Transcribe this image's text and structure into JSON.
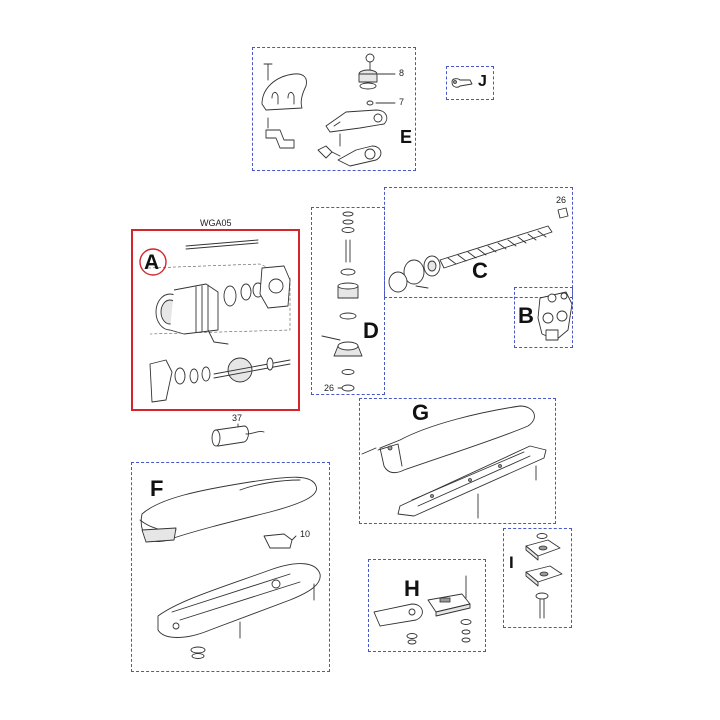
{
  "diagram": {
    "groups": [
      {
        "id": "E",
        "letter": "E",
        "callouts": [
          "8",
          "7"
        ]
      },
      {
        "id": "J",
        "letter": "J",
        "callouts": []
      },
      {
        "id": "A",
        "letter": "A",
        "caption": "WGA05",
        "highlighted": true,
        "callouts": []
      },
      {
        "id": "D",
        "letter": "D",
        "callouts": [
          "26"
        ]
      },
      {
        "id": "C",
        "letter": "C",
        "callouts": [
          "26"
        ]
      },
      {
        "id": "B",
        "letter": "B",
        "callouts": []
      },
      {
        "id": "G",
        "letter": "G",
        "callouts": []
      },
      {
        "id": "F",
        "letter": "F",
        "callouts": [
          "10"
        ]
      },
      {
        "id": "H",
        "letter": "H",
        "callouts": []
      },
      {
        "id": "I",
        "letter": "I",
        "callouts": []
      }
    ],
    "loose_parts": [
      {
        "id": "capacitor",
        "callout": "37"
      }
    ],
    "colors": {
      "group_border": "#4a57c8",
      "highlight_border": "#d6242d",
      "line_art": "#333333"
    }
  }
}
